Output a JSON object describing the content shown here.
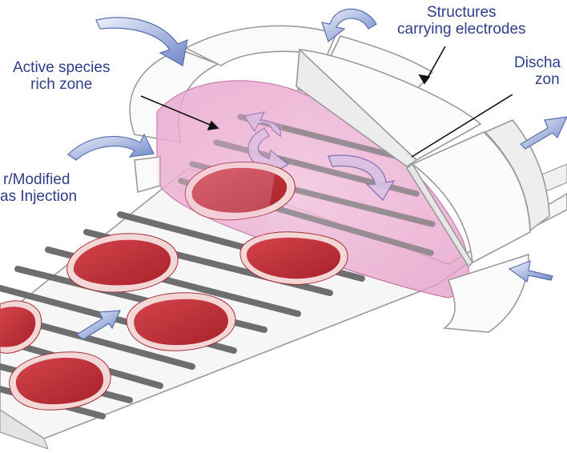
{
  "labels": {
    "structures": [
      "Structures",
      "carrying electrodes"
    ],
    "active_zone": [
      "Active species",
      "rich zone"
    ],
    "discharge_zone": [
      "Discha",
      "zon"
    ],
    "gas_injection": [
      "r/Modified",
      "as Injection"
    ]
  },
  "colors": {
    "label_text": "#2f3e86",
    "plasma_pink": "#e8a2cc",
    "meat_red": "#c8303a",
    "meat_fat": "#f3d6d6",
    "electrode_bar": "#6e6e6e",
    "conveyor": "#f7f7f7",
    "arrow_blue": "#7f93cf",
    "outline": "#9a9a9a"
  },
  "icons": {
    "flow_arrow": "curved-arrow-icon",
    "gas_arrow": "inflow-arrow-icon"
  }
}
